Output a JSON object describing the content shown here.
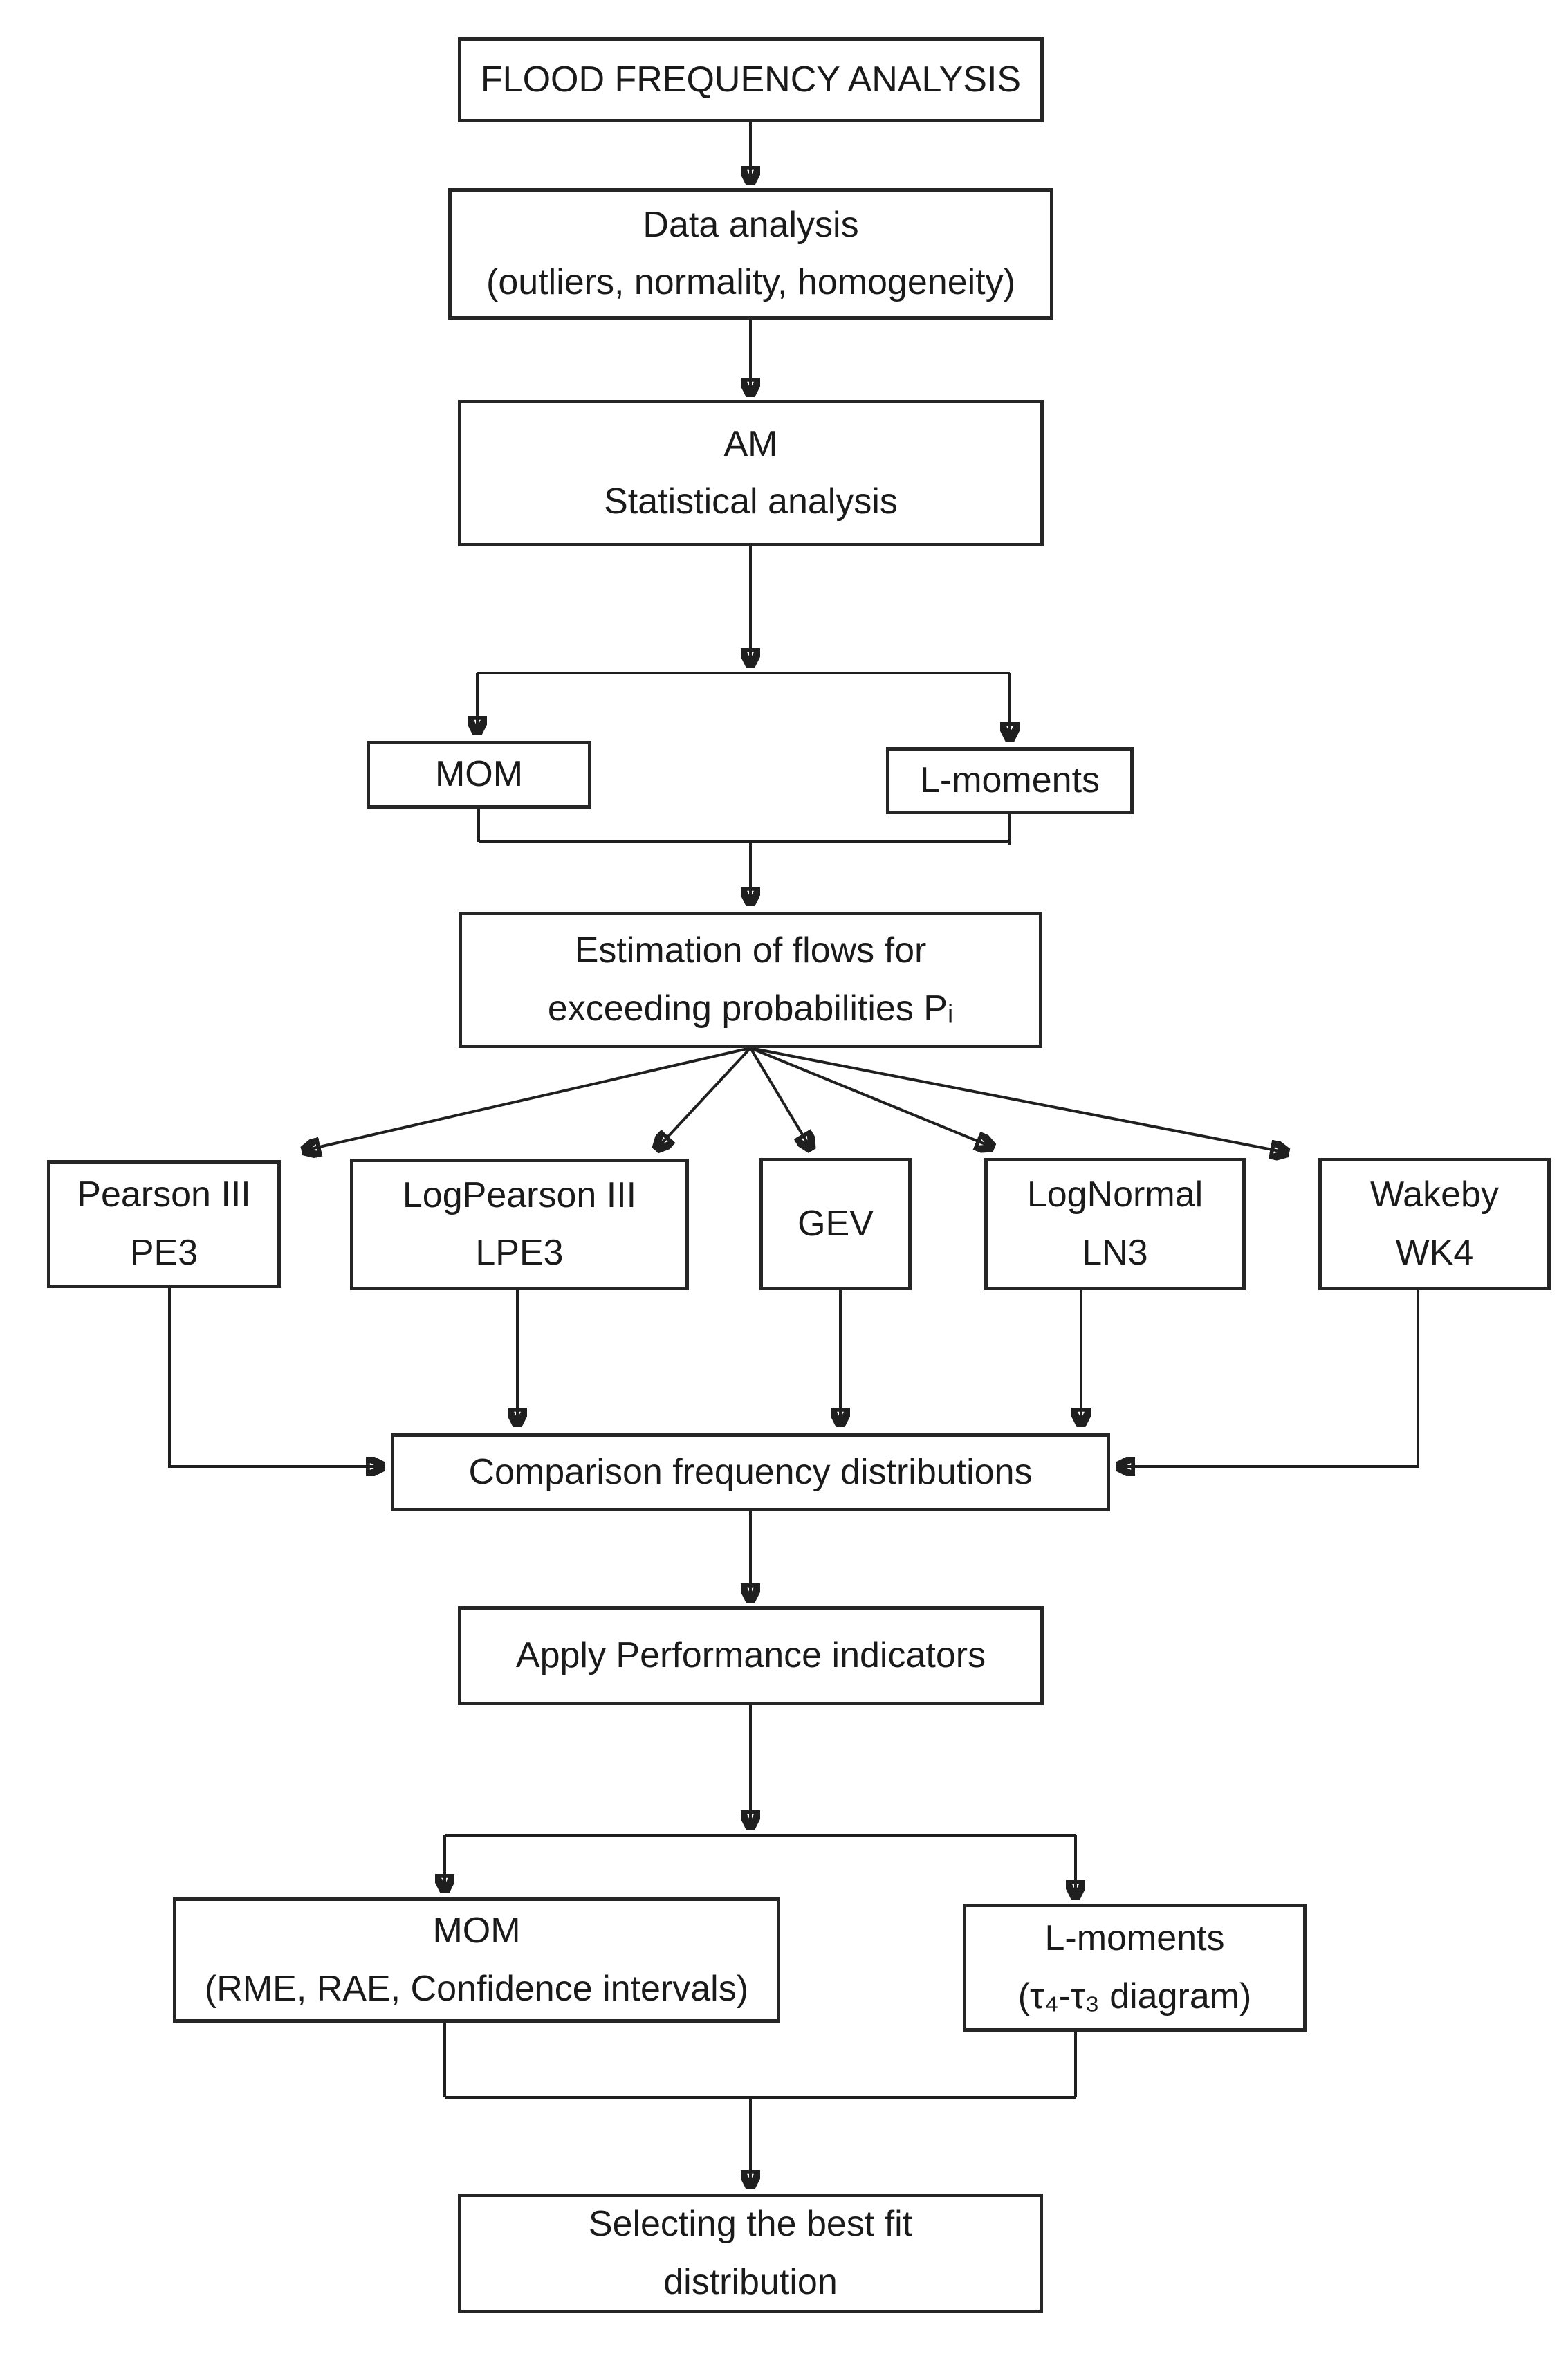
{
  "diagram_type": "flowchart",
  "colors": {
    "background": "#ffffff",
    "box_border": "#262626",
    "connector": "#1f1f1f",
    "text": "#1a1a1a"
  },
  "nodes": {
    "title": {
      "line1": "FLOOD FREQUENCY ANALYSIS"
    },
    "data_analysis": {
      "line1": "Data analysis",
      "line2": "(outliers, normality, homogeneity)"
    },
    "am": {
      "line1": "AM",
      "line2": "Statistical analysis"
    },
    "mom": {
      "line1": "MOM"
    },
    "lmoments": {
      "line1": "L-moments"
    },
    "estimation": {
      "line1": "Estimation of flows for",
      "line2": "exceeding probabilities Pᵢ"
    },
    "pe3": {
      "line1": "Pearson III",
      "line2": "PE3"
    },
    "lpe3": {
      "line1": "LogPearson III",
      "line2": "LPE3"
    },
    "gev": {
      "line1": "GEV"
    },
    "ln3": {
      "line1": "LogNormal",
      "line2": "LN3"
    },
    "wk4": {
      "line1": "Wakeby",
      "line2": "WK4"
    },
    "comparison": {
      "line1": "Comparison frequency distributions"
    },
    "apply": {
      "line1": "Apply Performance indicators"
    },
    "mom_perf": {
      "line1": "MOM",
      "line2": "(RME, RAE, Confidence intervals)"
    },
    "lmoments_perf": {
      "line1": "L-moments",
      "line2": "(τ₄-τ₃ diagram)"
    },
    "selecting": {
      "line1": "Selecting the best fit",
      "line2": "distribution"
    }
  }
}
